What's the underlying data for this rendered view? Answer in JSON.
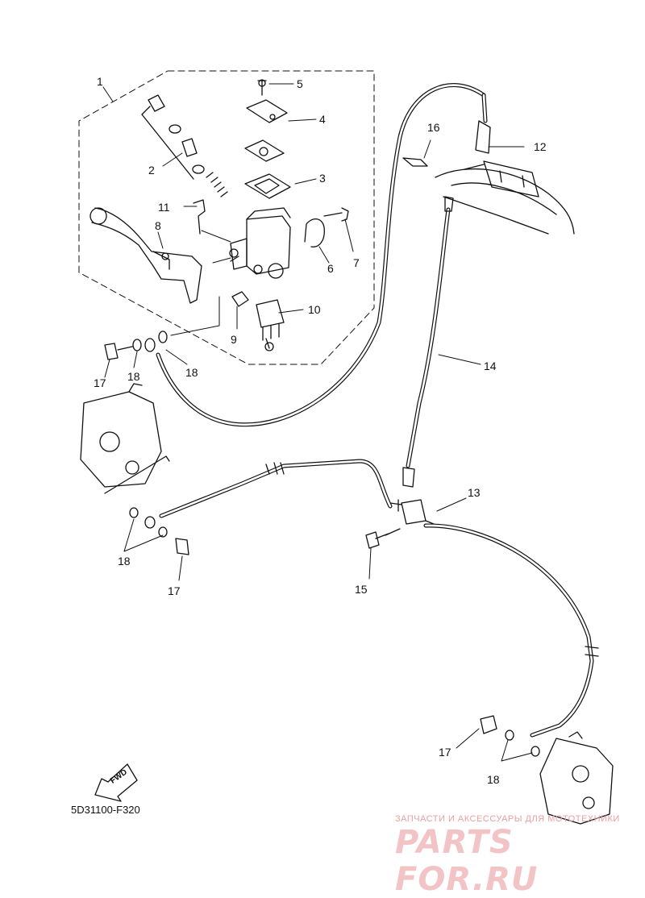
{
  "figure_code": "5D31100-F320",
  "fwd_label": "FWD",
  "watermark": {
    "caption": "ЗАПЧАСТИ И АКСЕССУАРЫ ДЛЯ МОТОТЕХНИКИ",
    "logo": "PARTS FOR.RU"
  },
  "callouts": [
    {
      "id": "c1",
      "label": "1"
    },
    {
      "id": "c2",
      "label": "2"
    },
    {
      "id": "c3",
      "label": "3"
    },
    {
      "id": "c4",
      "label": "4"
    },
    {
      "id": "c5",
      "label": "5"
    },
    {
      "id": "c6",
      "label": "6"
    },
    {
      "id": "c7",
      "label": "7"
    },
    {
      "id": "c8",
      "label": "8"
    },
    {
      "id": "c9",
      "label": "9"
    },
    {
      "id": "c10",
      "label": "10"
    },
    {
      "id": "c11",
      "label": "11"
    },
    {
      "id": "c12",
      "label": "12"
    },
    {
      "id": "c13",
      "label": "13"
    },
    {
      "id": "c14",
      "label": "14"
    },
    {
      "id": "c15",
      "label": "15"
    },
    {
      "id": "c16",
      "label": "16"
    },
    {
      "id": "c17a",
      "label": "17"
    },
    {
      "id": "c18a",
      "label": "18"
    },
    {
      "id": "c18b",
      "label": "18"
    },
    {
      "id": "c18c",
      "label": "18"
    },
    {
      "id": "c17b",
      "label": "17"
    },
    {
      "id": "c17c",
      "label": "17"
    },
    {
      "id": "c18d",
      "label": "18"
    }
  ]
}
